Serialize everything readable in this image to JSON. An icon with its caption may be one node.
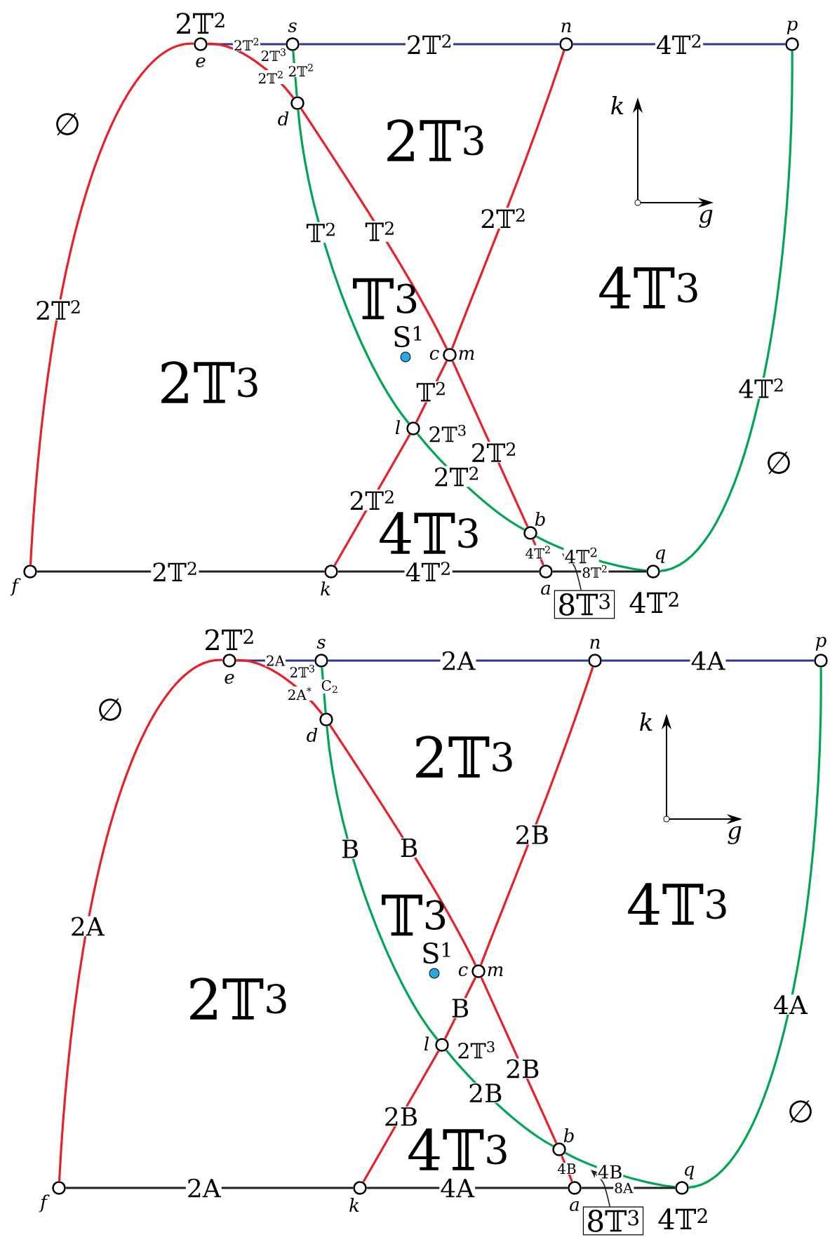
{
  "diagram": {
    "nodes": [
      {
        "text": [],
        "shape": "circle",
        "beside": [
          "e",
          "2𝕋$^{2}$"
        ]
      },
      {
        "text": [],
        "shape": "circle",
        "beside": [
          "s"
        ]
      },
      {
        "text": [],
        "shape": "circle",
        "beside": [
          "n"
        ]
      },
      {
        "text": [],
        "shape": "circle",
        "beside": [
          "p"
        ]
      },
      {
        "text": [],
        "shape": "circle",
        "beside": [
          "d"
        ]
      },
      {
        "text": [],
        "shape": "circle",
        "beside": [
          "c",
          "m"
        ]
      },
      {
        "text": [],
        "shape": "circle",
        "beside": [
          "l"
        ]
      },
      {
        "text": [],
        "shape": "circle",
        "beside": [
          "b"
        ]
      },
      {
        "text": [],
        "shape": "circle",
        "beside": [
          "f"
        ]
      },
      {
        "text": [],
        "shape": "circle",
        "beside": [
          "k"
        ]
      },
      {
        "text": [],
        "shape": "circle",
        "beside": [
          "a"
        ]
      },
      {
        "text": [],
        "shape": "circle",
        "beside": [
          "q",
          "4𝕋$^{2}$"
        ]
      },
      {
        "text": [
          "8𝕋$^{3}$"
        ]
      },
      {
        "text": [],
        "shape": "circle",
        "beside": [
          "e",
          "2𝕋$^{2}$"
        ]
      },
      {
        "text": [],
        "shape": "circle",
        "beside": [
          "s"
        ]
      },
      {
        "text": [],
        "shape": "circle",
        "beside": [
          "n"
        ]
      },
      {
        "text": [],
        "shape": "circle",
        "beside": [
          "p"
        ]
      },
      {
        "text": [],
        "shape": "circle",
        "beside": [
          "d"
        ]
      },
      {
        "text": [],
        "shape": "circle",
        "beside": [
          "c",
          "m"
        ]
      },
      {
        "text": [],
        "shape": "circle",
        "beside": [
          "l"
        ]
      },
      {
        "text": [],
        "shape": "circle",
        "beside": [
          "b"
        ]
      },
      {
        "text": [],
        "shape": "circle",
        "beside": [
          "f"
        ]
      },
      {
        "text": [],
        "shape": "circle",
        "beside": [
          "k"
        ]
      },
      {
        "text": [],
        "shape": "circle",
        "beside": [
          "a"
        ]
      },
      {
        "text": [],
        "shape": "circle",
        "beside": [
          "q",
          "4𝕋$^{2}$"
        ]
      },
      {
        "text": [
          "8𝕋$^{3}$"
        ]
      }
    ],
    "edges": [
      {
        "from": 0,
        "to": 1,
        "arrow": "none",
        "label": "2𝕋$^{2}$",
        "color": "#2b3990"
      },
      {
        "from": 1,
        "to": 2,
        "arrow": "none",
        "label": "2𝕋$^{2}$",
        "color": "#2b3990"
      },
      {
        "from": 2,
        "to": 3,
        "arrow": "none",
        "label": "4𝕋$^{2}$",
        "color": "#2b3990"
      },
      {
        "from": 0,
        "to": 8,
        "arrow": "none",
        "label": "2𝕋$^{2}$"
      },
      {
        "from": 0,
        "to": 4,
        "arrow": "none",
        "label": "2𝕋$^{2}$"
      },
      {
        "from": 1,
        "to": 4,
        "arrow": "none",
        "label": "2𝕋$^{2}$",
        "color": "#00a651"
      },
      {
        "from": 4,
        "to": 5,
        "arrow": "none",
        "label": "𝕋$^{2}$"
      },
      {
        "from": 4,
        "to": 6,
        "arrow": "none",
        "label": "𝕋$^{2}$",
        "color": "#00a651"
      },
      {
        "from": 2,
        "to": 5,
        "arrow": "none",
        "label": "2𝕋$^{2}$"
      },
      {
        "from": 5,
        "to": 6,
        "arrow": "none",
        "label": "𝕋$^{2}$"
      },
      {
        "from": 5,
        "to": 7,
        "arrow": "none",
        "label": "2𝕋$^{2}$"
      },
      {
        "from": 6,
        "to": 7,
        "arrow": "none",
        "label": "2𝕋$^{2}$",
        "color": "#00a651"
      },
      {
        "from": 6,
        "to": 9,
        "arrow": "none",
        "label": "2𝕋$^{2}$"
      },
      {
        "from": 7,
        "to": 10,
        "arrow": "none",
        "label": "4𝕋$^{2}$"
      },
      {
        "from": 7,
        "to": 11,
        "arrow": "none",
        "label": "4𝕋$^{2}$",
        "color": "#00a651"
      },
      {
        "from": 8,
        "to": 9,
        "arrow": "none",
        "label": "2𝕋$^{2}$",
        "color": "#231f20"
      },
      {
        "from": 9,
        "to": 10,
        "arrow": "none",
        "label": "4𝕋$^{2}$",
        "color": "#231f20"
      },
      {
        "from": 10,
        "to": 11,
        "arrow": "none",
        "label": "8𝕋$^{2}$",
        "color": "#231f20"
      },
      {
        "from": 11,
        "to": 3,
        "arrow": "none",
        "label": "4𝕋$^{2}$",
        "color": "#00a651"
      },
      {
        "from": 12,
        "to": null,
        "arrow": "to",
        "color": "#231f20"
      },
      {
        "from": 13,
        "to": 14,
        "arrow": "none",
        "label": "2A",
        "color": "#2b3990"
      },
      {
        "from": 14,
        "to": 15,
        "arrow": "none",
        "label": "2A",
        "color": "#2b3990"
      },
      {
        "from": 15,
        "to": 16,
        "arrow": "none",
        "label": "4A",
        "color": "#2b3990"
      },
      {
        "from": 13,
        "to": 21,
        "arrow": "none",
        "label": "2A"
      },
      {
        "from": 13,
        "to": 17,
        "arrow": "none",
        "label": "2A$^{*}$"
      },
      {
        "from": 14,
        "to": 17,
        "arrow": "none",
        "label": "C$_{2}$",
        "color": "#00a651"
      },
      {
        "from": 17,
        "to": 18,
        "arrow": "none",
        "label": "B"
      },
      {
        "from": 17,
        "to": 19,
        "arrow": "none",
        "label": "B",
        "color": "#00a651"
      },
      {
        "from": 15,
        "to": 18,
        "arrow": "none",
        "label": "2B"
      },
      {
        "from": 18,
        "to": 19,
        "arrow": "none",
        "label": "B"
      },
      {
        "from": 18,
        "to": 20,
        "arrow": "none",
        "label": "2B"
      },
      {
        "from": 19,
        "to": 20,
        "arrow": "none",
        "label": "2B",
        "color": "#00a651"
      },
      {
        "from": 19,
        "to": 22,
        "arrow": "none",
        "label": "2B"
      },
      {
        "from": 20,
        "to": 23,
        "arrow": "none",
        "label": "4B"
      },
      {
        "from": 20,
        "to": 24,
        "arrow": "none",
        "label": "4B",
        "color": "#00a651"
      },
      {
        "from": 21,
        "to": 22,
        "arrow": "none",
        "label": "2A",
        "color": "#231f20"
      },
      {
        "from": 22,
        "to": 23,
        "arrow": "none",
        "label": "4A",
        "color": "#231f20"
      },
      {
        "from": 23,
        "to": 24,
        "arrow": "none",
        "label": "8A",
        "color": "#231f20"
      },
      {
        "from": 24,
        "to": 16,
        "arrow": "none",
        "label": "4A",
        "color": "#00a651"
      },
      {
        "from": 25,
        "to": null,
        "arrow": "to",
        "color": "#231f20"
      }
    ],
    "labels": [
      "∅",
      "2𝕋$^{3}$",
      "2𝕋$^{3}$",
      "k",
      "g",
      "𝕋$^{3}$",
      "4𝕋$^{3}$",
      "S$^{1}$",
      "2𝕋$^{3}$",
      "2𝕋$^{3}$",
      "∅",
      "4𝕋$^{3}$",
      "∅",
      "2𝕋$^{3}$",
      "2𝕋$^{3}$",
      "k",
      "g",
      "𝕋$^{3}$",
      "4𝕋$^{3}$",
      "S$^{1}$",
      "2𝕋$^{3}$",
      "2𝕋$^{3}$",
      "∅",
      "4𝕋$^{3}$"
    ]
  }
}
